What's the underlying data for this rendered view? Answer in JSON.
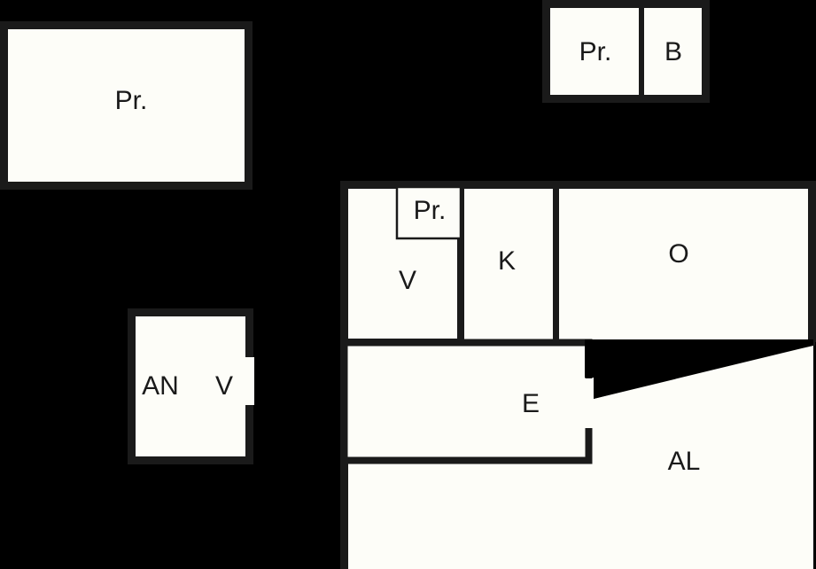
{
  "colors": {
    "background": "#000000",
    "room_fill": "#fdfdf8",
    "wall": "#1a1a1a",
    "label": "#1a1a1a"
  },
  "rooms": {
    "top_left": {
      "label": "Pr."
    },
    "top_right_left": {
      "label": "Pr."
    },
    "top_right_right": {
      "label": "B"
    },
    "small_building_an": {
      "label": "AN"
    },
    "small_building_v": {
      "label": "V"
    },
    "main_pr": {
      "label": "Pr."
    },
    "main_v": {
      "label": "V"
    },
    "main_k": {
      "label": "K"
    },
    "main_o": {
      "label": "O"
    },
    "main_e": {
      "label": "E"
    },
    "main_al": {
      "label": "AL"
    }
  }
}
